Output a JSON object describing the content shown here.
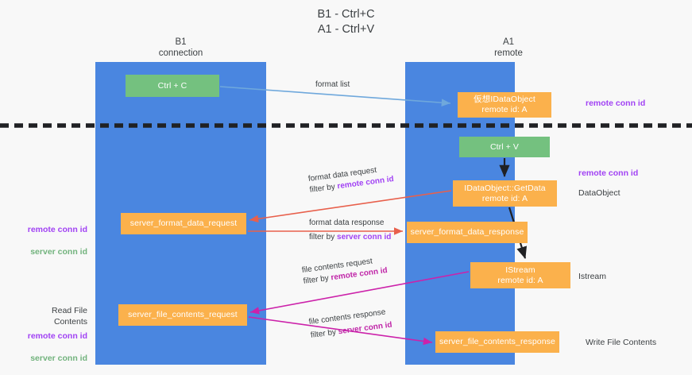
{
  "title": "B1 - Ctrl+C\nA1 - Ctrl+V",
  "lanes": [
    {
      "name": "b1",
      "header": "B1\nconnection",
      "color": "#4a86e0"
    },
    {
      "name": "a1",
      "header": "A1\nremote",
      "color": "#4a86e0"
    }
  ],
  "colors": {
    "lane": "#4a86e0",
    "green_node": "#74c17f",
    "orange_node": "#fbb14c",
    "purple_text": "#a142f4",
    "green_text": "#72b37d",
    "pink_text": "#c026a8",
    "blue_arrow": "#6fa8dc",
    "red_arrow": "#e8604c",
    "magenta_arrow": "#cc22aa",
    "black_arrow": "#202124",
    "background": "#f8f8f8"
  },
  "nodes": {
    "ctrl_c": "Ctrl + C",
    "idataobject": "仮想IDataObject\nremote id: A",
    "ctrl_v": "Ctrl + V",
    "getdata": "IDataObject::GetData\nremote id: A",
    "server_format_data_request": "server_format_data_request",
    "server_format_data_response": "server_format_data_response",
    "istream": "IStream\nremote id: A",
    "server_file_contents_request": "server_file_contents_request",
    "server_file_contents_response": "server_file_contents_response"
  },
  "edge_labels": {
    "format_list": "format list",
    "format_data_request": "format data request",
    "format_data_request_filter_prefix": "filter by ",
    "format_data_request_filter_key": "remote conn id",
    "format_data_response": "format data response",
    "format_data_response_filter_prefix": "filter by ",
    "format_data_response_filter_key": "server conn id",
    "file_contents_request": "file contents request",
    "file_contents_request_filter_prefix": "filter by ",
    "file_contents_request_filter_key": "remote conn id",
    "file_contents_response": "file contents response",
    "file_contents_response_filter_prefix": "filter by ",
    "file_contents_response_filter_key": "server conn id"
  },
  "side_annotations": {
    "right_remote_conn_id_top": "remote conn id",
    "right_remote_conn_id_mid": "remote conn id",
    "right_dataobject": "DataObject",
    "right_istream": "Istream",
    "right_write_file_contents": "Write File Contents",
    "left_conn_ids": "remote conn id\nserver conn id",
    "left_read_file_contents": "Read File Contents",
    "left_conn_ids_2": "remote conn id\nserver conn id"
  }
}
